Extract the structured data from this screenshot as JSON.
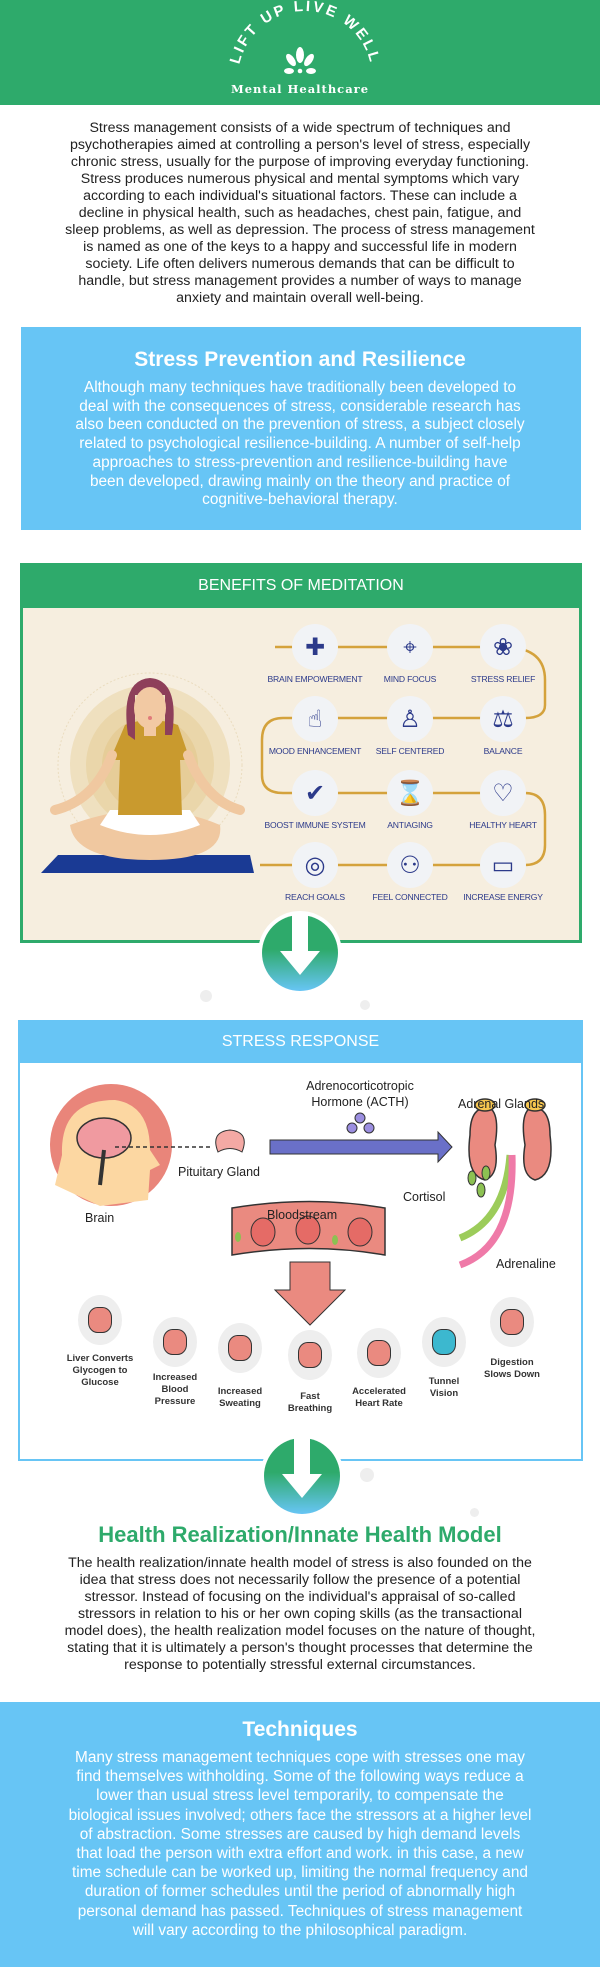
{
  "header": {
    "logo_text": "LIFT UP LIVE WELL",
    "subtitle": "Mental Healthcare",
    "logo_icon": "lotus-icon"
  },
  "intro": {
    "lines": [
      "Stress management consists of a wide spectrum of techniques and",
      "psychotherapies aimed at controlling a person's level of stress, especially",
      "chronic stress, usually for the purpose of improving everyday functioning.",
      "Stress produces numerous physical and mental symptoms which vary",
      "according to each individual's situational factors. These can include a",
      "decline in physical health, such as headaches, chest pain, fatigue, and",
      "sleep problems, as well as depression. The process of stress management",
      "is named as one of the keys to a happy and successful life in modern",
      "society. Life often delivers numerous demands that can be difficult to",
      "handle, but stress management provides a number of ways to manage",
      "anxiety and maintain overall well-being."
    ]
  },
  "prevention": {
    "title": "Stress Prevention and Resilience",
    "lines": [
      "Although many techniques have traditionally been developed to",
      "deal with the consequences of stress, considerable research has",
      "also been conducted on the prevention of stress, a subject closely",
      "related to psychological resilience-building. A number of self-help",
      "approaches to stress-prevention and resilience-building have",
      "been developed, drawing mainly on the theory and practice of",
      "cognitive-behavioral therapy."
    ]
  },
  "benefits": {
    "title": "BENEFITS OF MEDITATION",
    "items": [
      {
        "label": "BRAIN EMPOWERMENT",
        "icon": "brain-plus-icon",
        "glyph": "✚"
      },
      {
        "label": "MIND FOCUS",
        "icon": "head-target-icon",
        "glyph": "⌖"
      },
      {
        "label": "STRESS RELIEF",
        "icon": "head-lotus-icon",
        "glyph": "❀"
      },
      {
        "label": "MOOD ENHANCEMENT",
        "icon": "thumbs-up-icon",
        "glyph": "☝"
      },
      {
        "label": "SELF CENTERED",
        "icon": "person-centered-icon",
        "glyph": "♙"
      },
      {
        "label": "BALANCE",
        "icon": "scales-icon",
        "glyph": "⚖"
      },
      {
        "label": "BOOST IMMUNE SYSTEM",
        "icon": "shield-check-icon",
        "glyph": "✔"
      },
      {
        "label": "ANTIAGING",
        "icon": "hourglass-icon",
        "glyph": "⌛"
      },
      {
        "label": "HEALTHY HEART",
        "icon": "heart-pulse-icon",
        "glyph": "♡"
      },
      {
        "label": "REACH GOALS",
        "icon": "target-icon",
        "glyph": "◎"
      },
      {
        "label": "FEEL CONNECTED",
        "icon": "two-people-icon",
        "glyph": "⚇"
      },
      {
        "label": "INCREASE ENERGY",
        "icon": "battery-icon",
        "glyph": "▭"
      }
    ]
  },
  "stress_response": {
    "title": "STRESS RESPONSE",
    "brain": "Brain",
    "pituitary": "Pituitary Gland",
    "acth_line1": "Adrenocorticotropic",
    "acth_line2": "Hormone (ACTH)",
    "adrenal": "Adrenal Glands",
    "cortisol": "Cortisol",
    "adrenaline": "Adrenaline",
    "bloodstream": "Bloodstream",
    "effects": [
      {
        "lines": [
          "Liver Converts",
          "Glycogen to",
          "Glucose"
        ],
        "icon": "liver-icon"
      },
      {
        "lines": [
          "Increased",
          "Blood",
          "Pressure"
        ],
        "icon": "blood-vessel-icon"
      },
      {
        "lines": [
          "Increased",
          "Sweating"
        ],
        "icon": "sweat-drop-icon"
      },
      {
        "lines": [
          "Fast",
          "Breathing"
        ],
        "icon": "lungs-icon"
      },
      {
        "lines": [
          "Accelerated",
          "Heart Rate"
        ],
        "icon": "heart-icon"
      },
      {
        "lines": [
          "Tunnel",
          "Vision"
        ],
        "icon": "eye-icon"
      },
      {
        "lines": [
          "Digestion",
          "Slows Down"
        ],
        "icon": "stomach-icon"
      }
    ]
  },
  "health_model": {
    "title": "Health Realization/Innate Health Model",
    "lines": [
      "The health realization/innate health model of stress is also founded on the",
      "idea that stress does not necessarily follow the presence of a potential",
      "stressor. Instead of focusing on the individual's appraisal of so-called",
      "stressors in relation to his or her own coping skills (as the transactional",
      "model does), the health realization model focuses on the nature of thought,",
      "stating that it is ultimately a person's thought processes that determine the",
      "response to potentially stressful external circumstances."
    ]
  },
  "techniques": {
    "title": "Techniques",
    "lines": [
      "Many stress management techniques cope with stresses one may",
      "find themselves withholding. Some of the following ways reduce a",
      "lower than usual stress level temporarily, to compensate the",
      "biological issues involved; others face the stressors at a higher level",
      "of abstraction. Some stresses are caused by high demand levels",
      "that load the person with extra effort and work. in this case, a new",
      "time schedule can be worked up, limiting the normal frequency and",
      "duration of former schedules until the period of abnormally high",
      "personal demand has passed. Techniques of stress management",
      "will vary according to the philosophical paradigm."
    ]
  },
  "colors": {
    "green": "#2eaa6b",
    "blue": "#67c5f5",
    "cream": "#f6eedf",
    "navy": "#2c3a8a",
    "gold": "#d4a23c"
  }
}
